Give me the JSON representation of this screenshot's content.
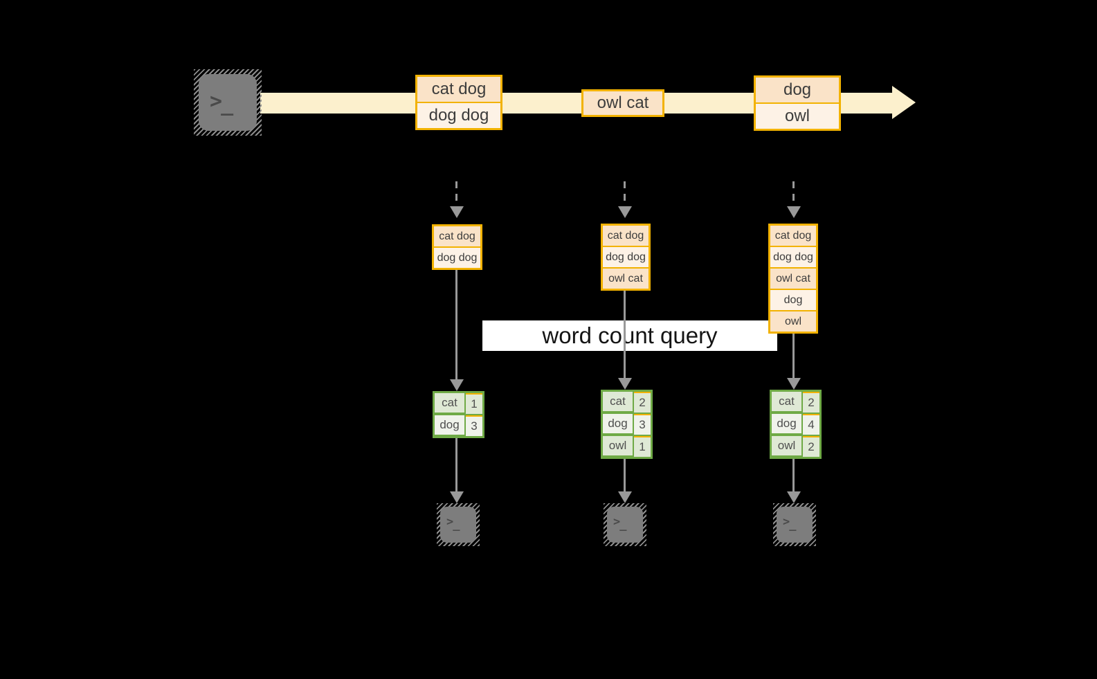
{
  "query_label": "word count query",
  "glyphs": {
    "chevron": ">",
    "underscore": "_"
  },
  "colors": {
    "background": "#000000",
    "timeline_arrow": "#fcf0cd",
    "event_border": "#f2b200",
    "event_fill_dark": "#fae3c8",
    "event_fill_light": "#fdf2e6",
    "connector_gray": "#999999",
    "table_border": "#6faa46",
    "table_fill_dark": "#dfe9d5",
    "table_fill_light": "#f0f3eb",
    "terminal_gray": "#7d7d7d",
    "band_background": "#ffffff"
  },
  "timeline": {
    "events": [
      {
        "lines": [
          "cat dog",
          "dog dog"
        ]
      },
      {
        "lines": [
          "owl cat"
        ]
      },
      {
        "lines": [
          "dog",
          "owl"
        ]
      }
    ]
  },
  "columns": [
    {
      "buffer": [
        "cat dog",
        "dog dog"
      ],
      "counts": [
        {
          "word": "cat",
          "count": "1"
        },
        {
          "word": "dog",
          "count": "3"
        }
      ]
    },
    {
      "buffer": [
        "cat dog",
        "dog dog",
        "owl cat"
      ],
      "counts": [
        {
          "word": "cat",
          "count": "2"
        },
        {
          "word": "dog",
          "count": "3"
        },
        {
          "word": "owl",
          "count": "1"
        }
      ]
    },
    {
      "buffer": [
        "cat dog",
        "dog dog",
        "owl cat",
        "dog",
        "owl"
      ],
      "counts": [
        {
          "word": "cat",
          "count": "2"
        },
        {
          "word": "dog",
          "count": "4"
        },
        {
          "word": "owl",
          "count": "2"
        }
      ]
    }
  ]
}
